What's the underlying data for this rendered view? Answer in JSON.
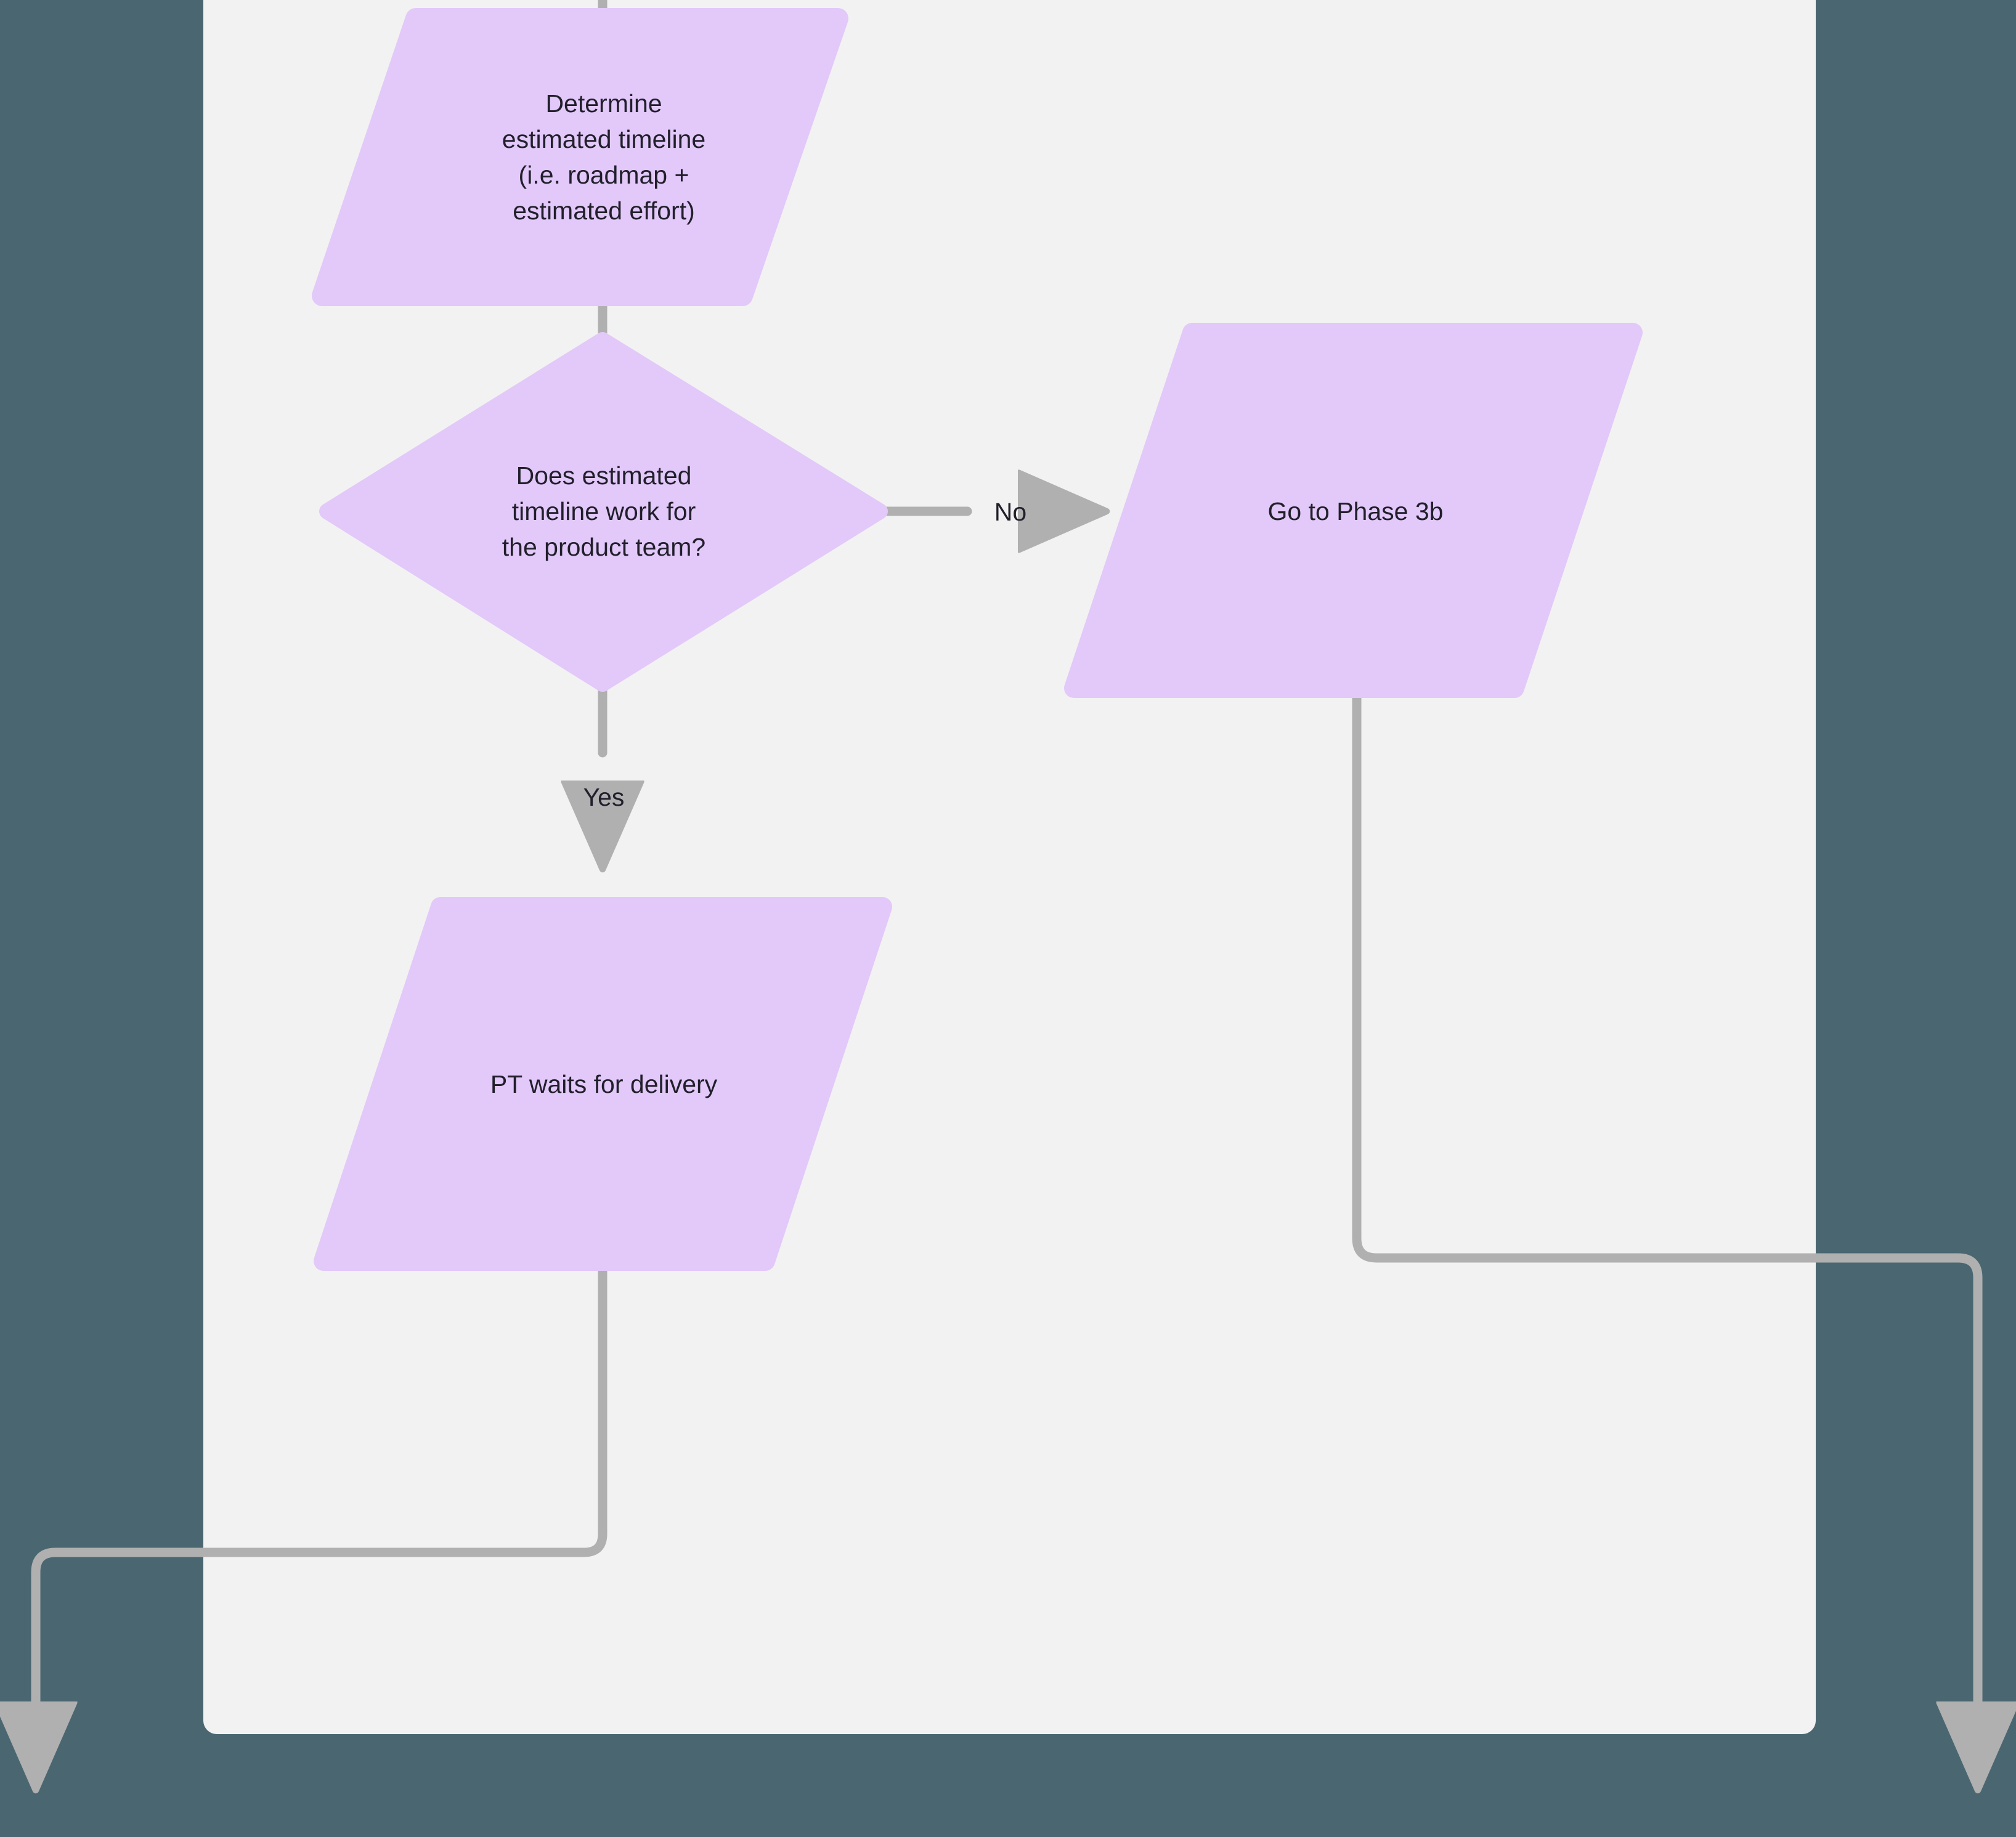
{
  "canvas": {
    "background_color": "#4a6771",
    "panel_color": "#f2f2f2",
    "node_fill": "#e2c9f9",
    "connector_color": "#b0b0b0",
    "text_color": "#211f2b"
  },
  "diagram": {
    "type": "flowchart",
    "nodes": [
      {
        "id": "determine-timeline",
        "shape": "parallelogram",
        "label": "Determine\nestimated timeline\n(i.e. roadmap +\nestimated effort)"
      },
      {
        "id": "timeline-decision",
        "shape": "diamond",
        "label": "Does estimated\ntimeline work for\nthe product team?"
      },
      {
        "id": "go-to-phase-3b",
        "shape": "parallelogram",
        "label": "Go to Phase 3b"
      },
      {
        "id": "pt-waits",
        "shape": "parallelogram",
        "label": "PT waits for delivery"
      }
    ],
    "edges": [
      {
        "id": "edge-in-to-determine",
        "from": "",
        "to": "determine-timeline",
        "label": ""
      },
      {
        "id": "edge-determine-to-decision",
        "from": "determine-timeline",
        "to": "timeline-decision",
        "label": ""
      },
      {
        "id": "edge-decision-no",
        "from": "timeline-decision",
        "to": "go-to-phase-3b",
        "label": "No"
      },
      {
        "id": "edge-decision-yes",
        "from": "timeline-decision",
        "to": "pt-waits",
        "label": "Yes"
      },
      {
        "id": "edge-pt-waits-out",
        "from": "pt-waits",
        "to": "",
        "label": ""
      },
      {
        "id": "edge-phase3b-out",
        "from": "go-to-phase-3b",
        "to": "",
        "label": ""
      }
    ]
  }
}
